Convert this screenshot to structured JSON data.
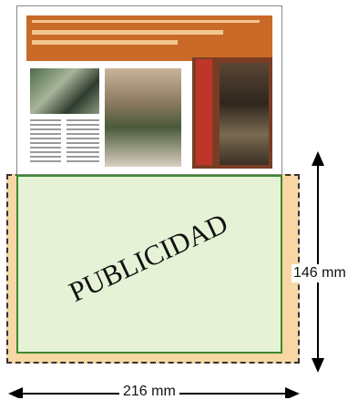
{
  "ad_label": "PUBLICIDAD",
  "height_label": "146 mm",
  "width_label": "216 mm",
  "colors": {
    "ad_fill": "#e6f2d6",
    "ad_border": "#3a8a2e",
    "bleed_fill": "#f7d7a3",
    "banner": "#c96a29"
  }
}
